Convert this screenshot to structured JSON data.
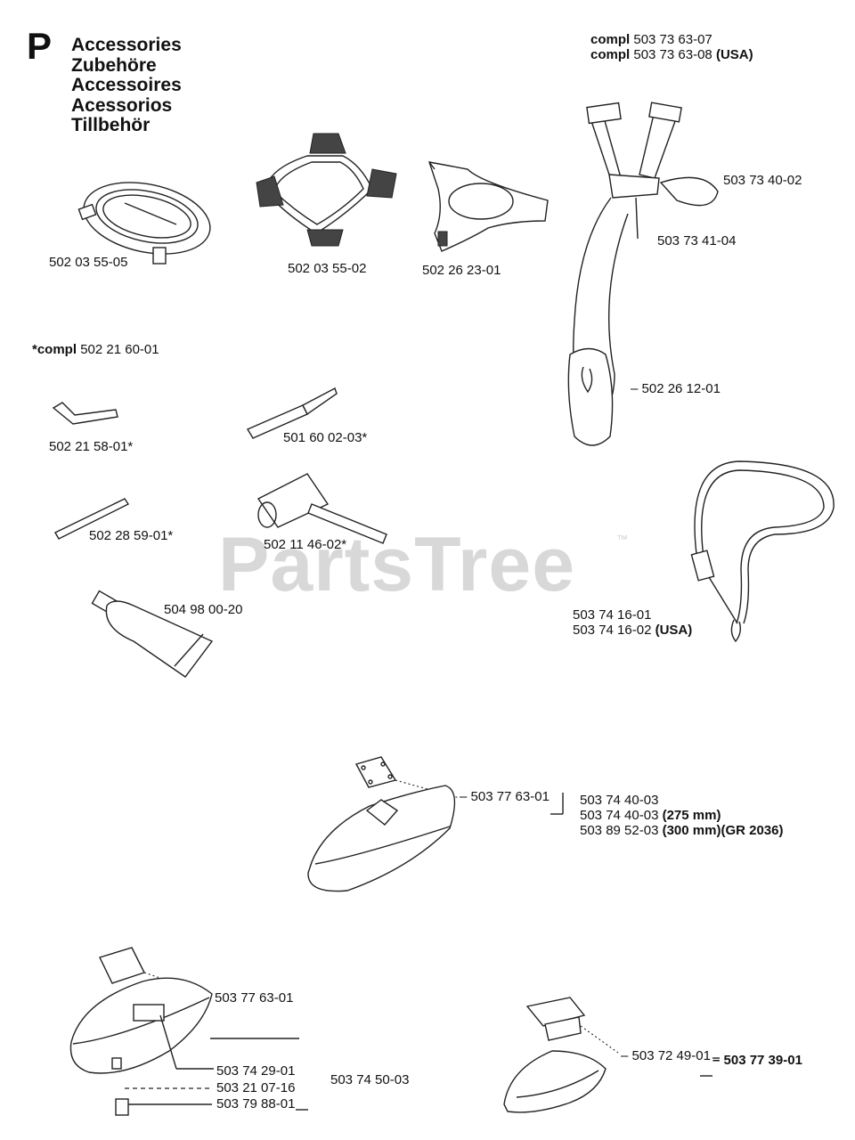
{
  "header": {
    "section_letter": "P",
    "titles": [
      "Accessories",
      "Zubehöre",
      "Accessoires",
      "Acessorios",
      "Tillbehör"
    ]
  },
  "watermark": {
    "text": "PartsTree",
    "trademark": "™"
  },
  "harness_compl": {
    "line1_prefix": "compl",
    "line1_value": "503 73 63-07",
    "line2_prefix": "compl",
    "line2_value": "503 73 63-08",
    "line2_suffix": "(USA)"
  },
  "kit_compl": {
    "prefix": "*compl",
    "value": "502 21 60-01"
  },
  "parts": {
    "p1": "502 03 55-05",
    "p2": "502 03 55-02",
    "p3": "502 26 23-01",
    "p4": "503 73 40-02",
    "p5": "503 73 41-04",
    "p6": "502 26 12-01",
    "p7": "502 21 58-01*",
    "p8": "501 60 02-03*",
    "p9": "502 28 59-01*",
    "p10": "502 11 46-02*",
    "p11": "504 98 00-20",
    "p12a": "503 74 16-01",
    "p12b": "503 74 16-02",
    "p12b_suffix": "(USA)",
    "p13": "503 77 63-01",
    "p14a": "503 74 40-03",
    "p14b": "503 74 40-03",
    "p14b_suffix": "(275 mm)",
    "p14c": "503 89 52-03",
    "p14c_suffix": "(300 mm)(GR 2036)",
    "p15": "503 77 63-01",
    "p16": "503 74 29-01",
    "p17": "503 21 07-16",
    "p18": "503 79 88-01",
    "p19": "503 74 50-03",
    "p20": "503 72 49-01",
    "p21": "503 77 39-01"
  }
}
